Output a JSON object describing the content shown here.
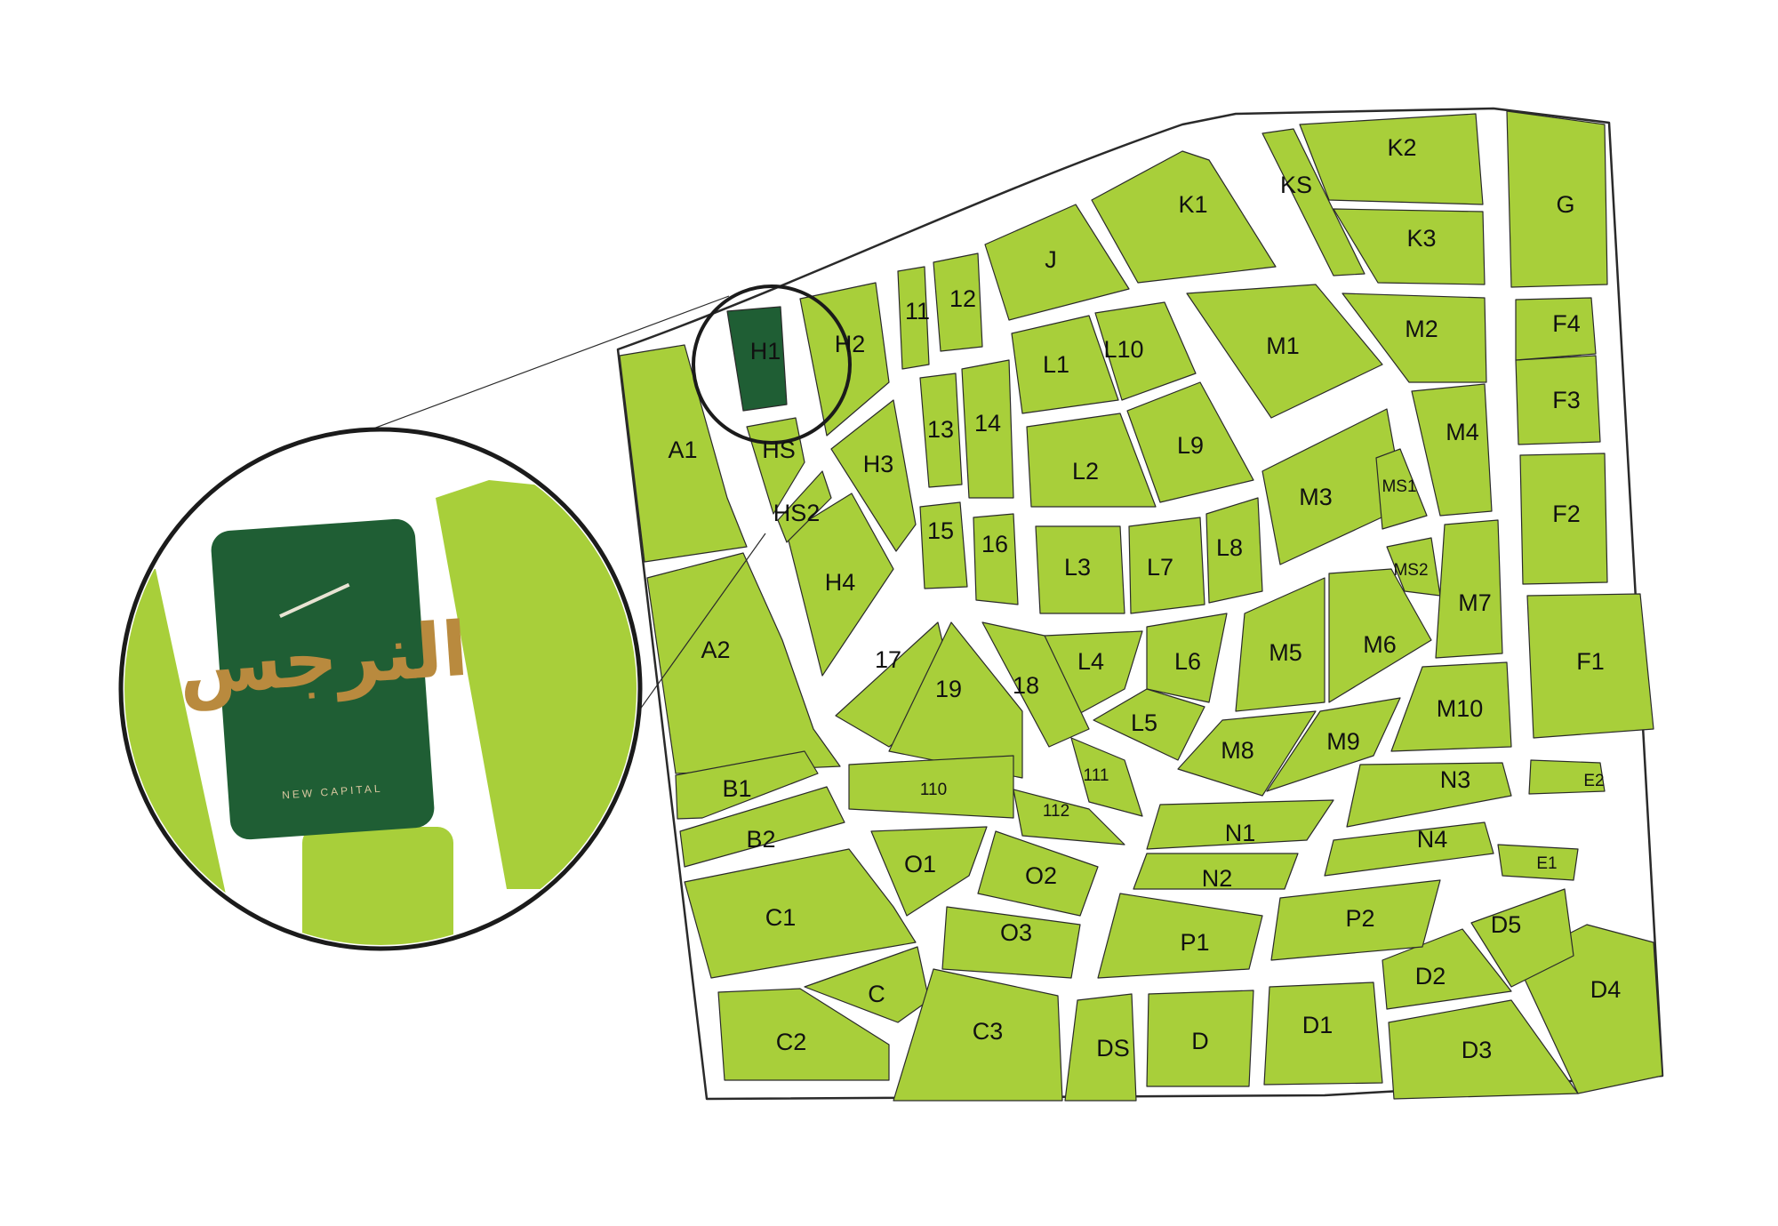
{
  "colors": {
    "plot": "#a8cf3a",
    "selected": "#1f5e34",
    "road": "#ffffff",
    "outline": "#1b1b1b",
    "logo_gold": "#b98a3e"
  },
  "map": {
    "selected_plot": "H1",
    "logo": {
      "text": "النرجس",
      "subtitle": "NEW CAPITAL"
    },
    "labels": {
      "A1": "A1",
      "A2": "A2",
      "B1": "B1",
      "B2": "B2",
      "C1": "C1",
      "C": "C",
      "C2": "C2",
      "C3": "C3",
      "DS": "DS",
      "D": "D",
      "D1": "D1",
      "D2": "D2",
      "D3": "D3",
      "D4": "D4",
      "D5": "D5",
      "E1": "E1",
      "E2": "E2",
      "F1": "F1",
      "F2": "F2",
      "F3": "F3",
      "F4": "F4",
      "G": "G",
      "H1": "H1",
      "H2": "H2",
      "H3": "H3",
      "H4": "H4",
      "HS": "HS",
      "HS2": "HS2",
      "J": "J",
      "K1": "K1",
      "K2": "K2",
      "K3": "K3",
      "KS": "KS",
      "L1": "L1",
      "L2": "L2",
      "L3": "L3",
      "L4": "L4",
      "L5": "L5",
      "L6": "L6",
      "L7": "L7",
      "L8": "L8",
      "L9": "L9",
      "L10": "L10",
      "M1": "M1",
      "M2": "M2",
      "M3": "M3",
      "M4": "M4",
      "M5": "M5",
      "M6": "M6",
      "M7": "M7",
      "M8": "M8",
      "M9": "M9",
      "M10": "M10",
      "MS1": "MS1",
      "MS2": "MS2",
      "N1": "N1",
      "N2": "N2",
      "N3": "N3",
      "N4": "N4",
      "O1": "O1",
      "O2": "O2",
      "O3": "O3",
      "P1": "P1",
      "P2": "P2",
      "n11": "11",
      "n12": "12",
      "n13": "13",
      "n14": "14",
      "n15": "15",
      "n16": "16",
      "n17": "17",
      "n18": "18",
      "n19": "19",
      "n110": "110",
      "n111": "111",
      "n112": "112"
    }
  }
}
